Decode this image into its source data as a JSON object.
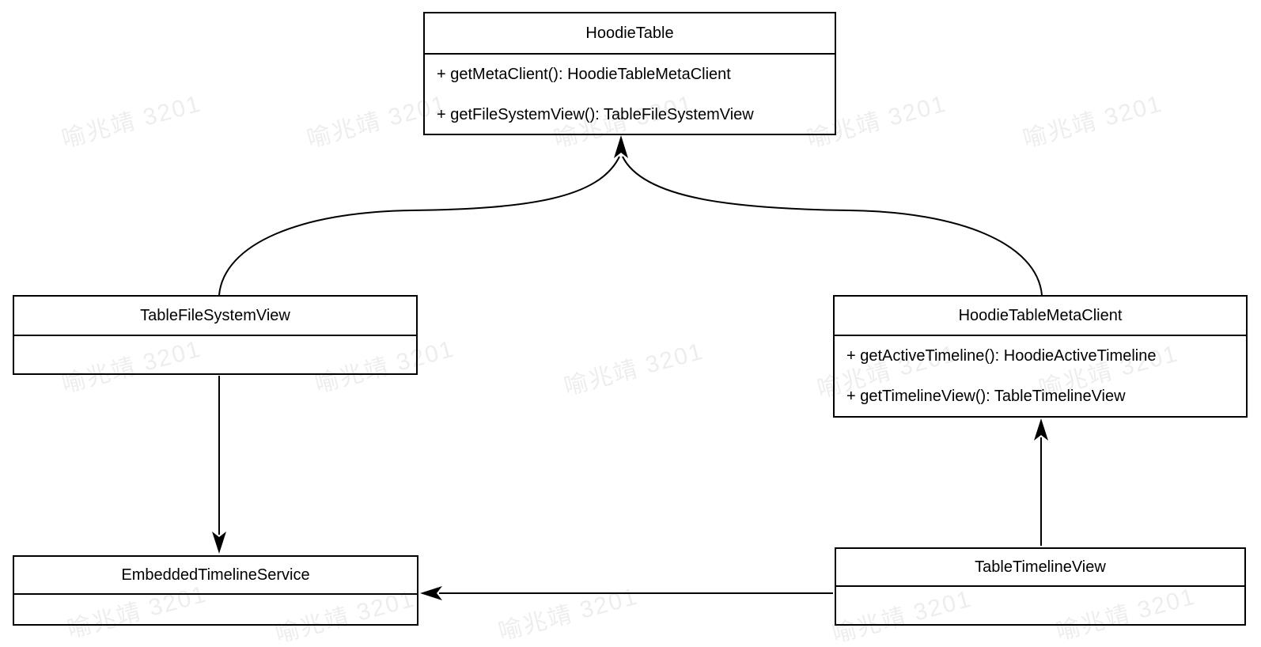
{
  "diagram": {
    "type": "uml-class-diagram",
    "colors": {
      "background": "#ffffff",
      "line": "#000000",
      "text": "#000000",
      "watermark": "rgba(0,0,0,0.07)"
    },
    "watermark": {
      "text": "喻兆靖 3201"
    },
    "classes": [
      {
        "name": "HoodieTable",
        "methods": [
          "+ getMetaClient(): HoodieTableMetaClient",
          "+ getFileSystemView(): TableFileSystemView"
        ]
      },
      {
        "name": "TableFileSystemView",
        "methods": []
      },
      {
        "name": "HoodieTableMetaClient",
        "methods": [
          "+ getActiveTimeline(): HoodieActiveTimeline",
          "+ getTimelineView(): TableTimelineView"
        ]
      },
      {
        "name": "EmbeddedTimelineService",
        "methods": []
      },
      {
        "name": "TableTimelineView",
        "methods": []
      }
    ],
    "relations": [
      {
        "from": "TableFileSystemView",
        "to": "HoodieTable",
        "line": "solid curved",
        "arrowhead": "filled",
        "direction": "up"
      },
      {
        "from": "HoodieTableMetaClient",
        "to": "HoodieTable",
        "line": "solid curved",
        "arrowhead": "filled",
        "direction": "up"
      },
      {
        "from": "TableFileSystemView",
        "to": "EmbeddedTimelineService",
        "line": "solid straight",
        "arrowhead": "filled",
        "direction": "down"
      },
      {
        "from": "TableTimelineView",
        "to": "HoodieTableMetaClient",
        "line": "solid straight",
        "arrowhead": "filled",
        "direction": "up"
      },
      {
        "from": "TableTimelineView",
        "to": "EmbeddedTimelineService",
        "line": "solid straight",
        "arrowhead": "filled",
        "direction": "left"
      }
    ]
  }
}
